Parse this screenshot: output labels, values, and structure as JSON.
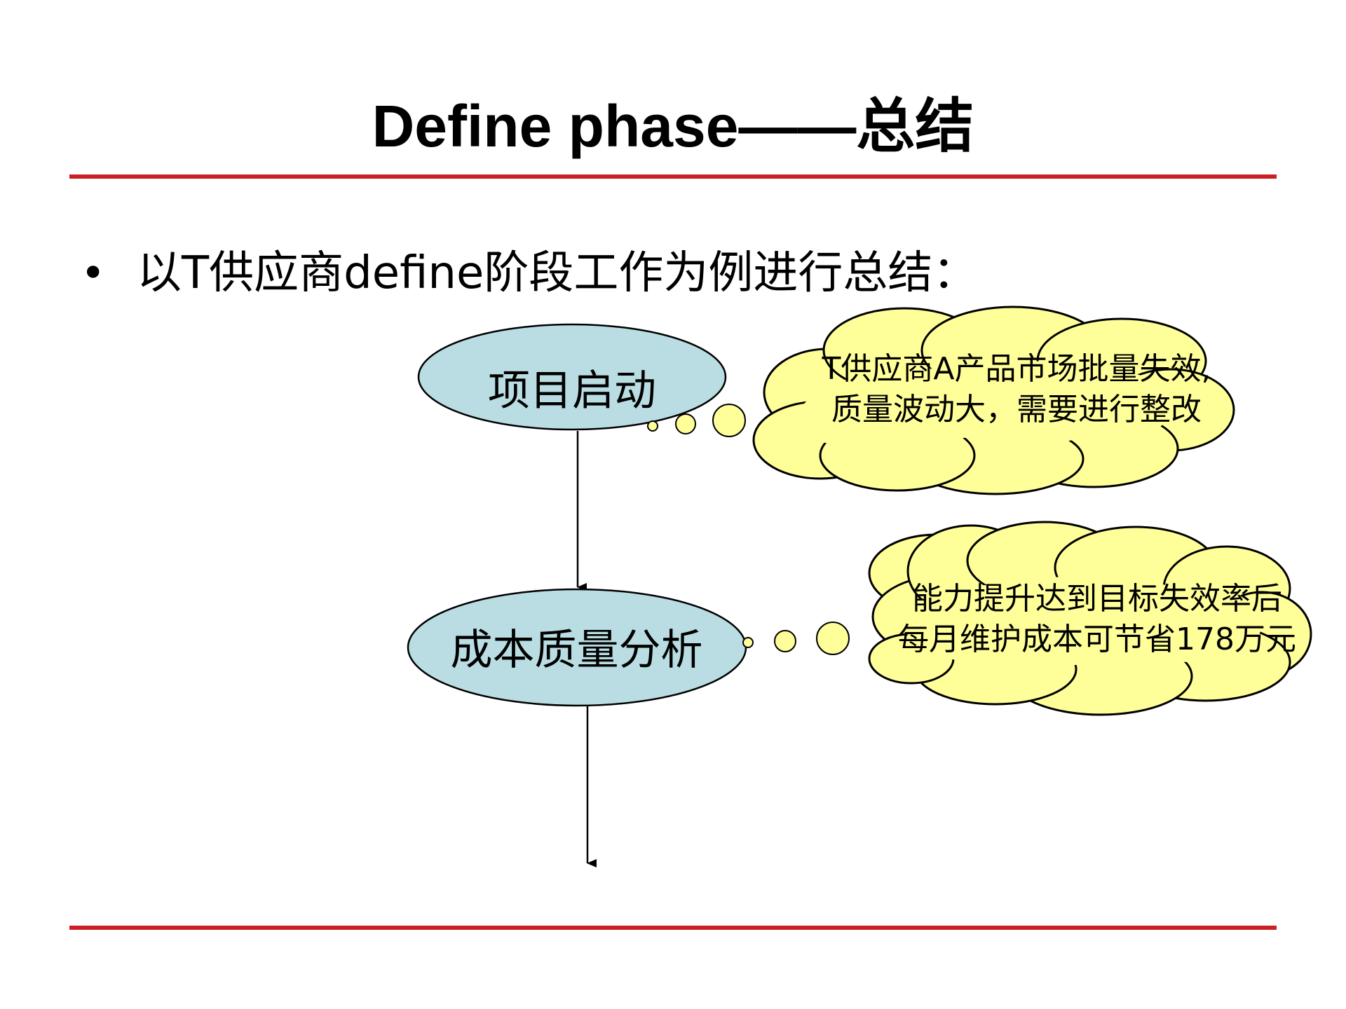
{
  "slide": {
    "title": "Define phase——总结",
    "bullet": "以T供应商define阶段工作为例进行总结：",
    "rule_color": "#cc1f25"
  },
  "diagram": {
    "nodes": [
      {
        "label": "项目启动",
        "fill": "#b9dde2"
      },
      {
        "label": "成本质量分析",
        "fill": "#b9dde2"
      }
    ],
    "callouts": [
      {
        "lines": [
          "T供应商A产品市场批量失效,",
          "质量波动大，需要进行整改"
        ],
        "fill": "#ffff99"
      },
      {
        "lines": [
          "能力提升达到目标失效率后",
          "每月维护成本可节省178万元"
        ],
        "fill": "#ffff99"
      }
    ]
  }
}
